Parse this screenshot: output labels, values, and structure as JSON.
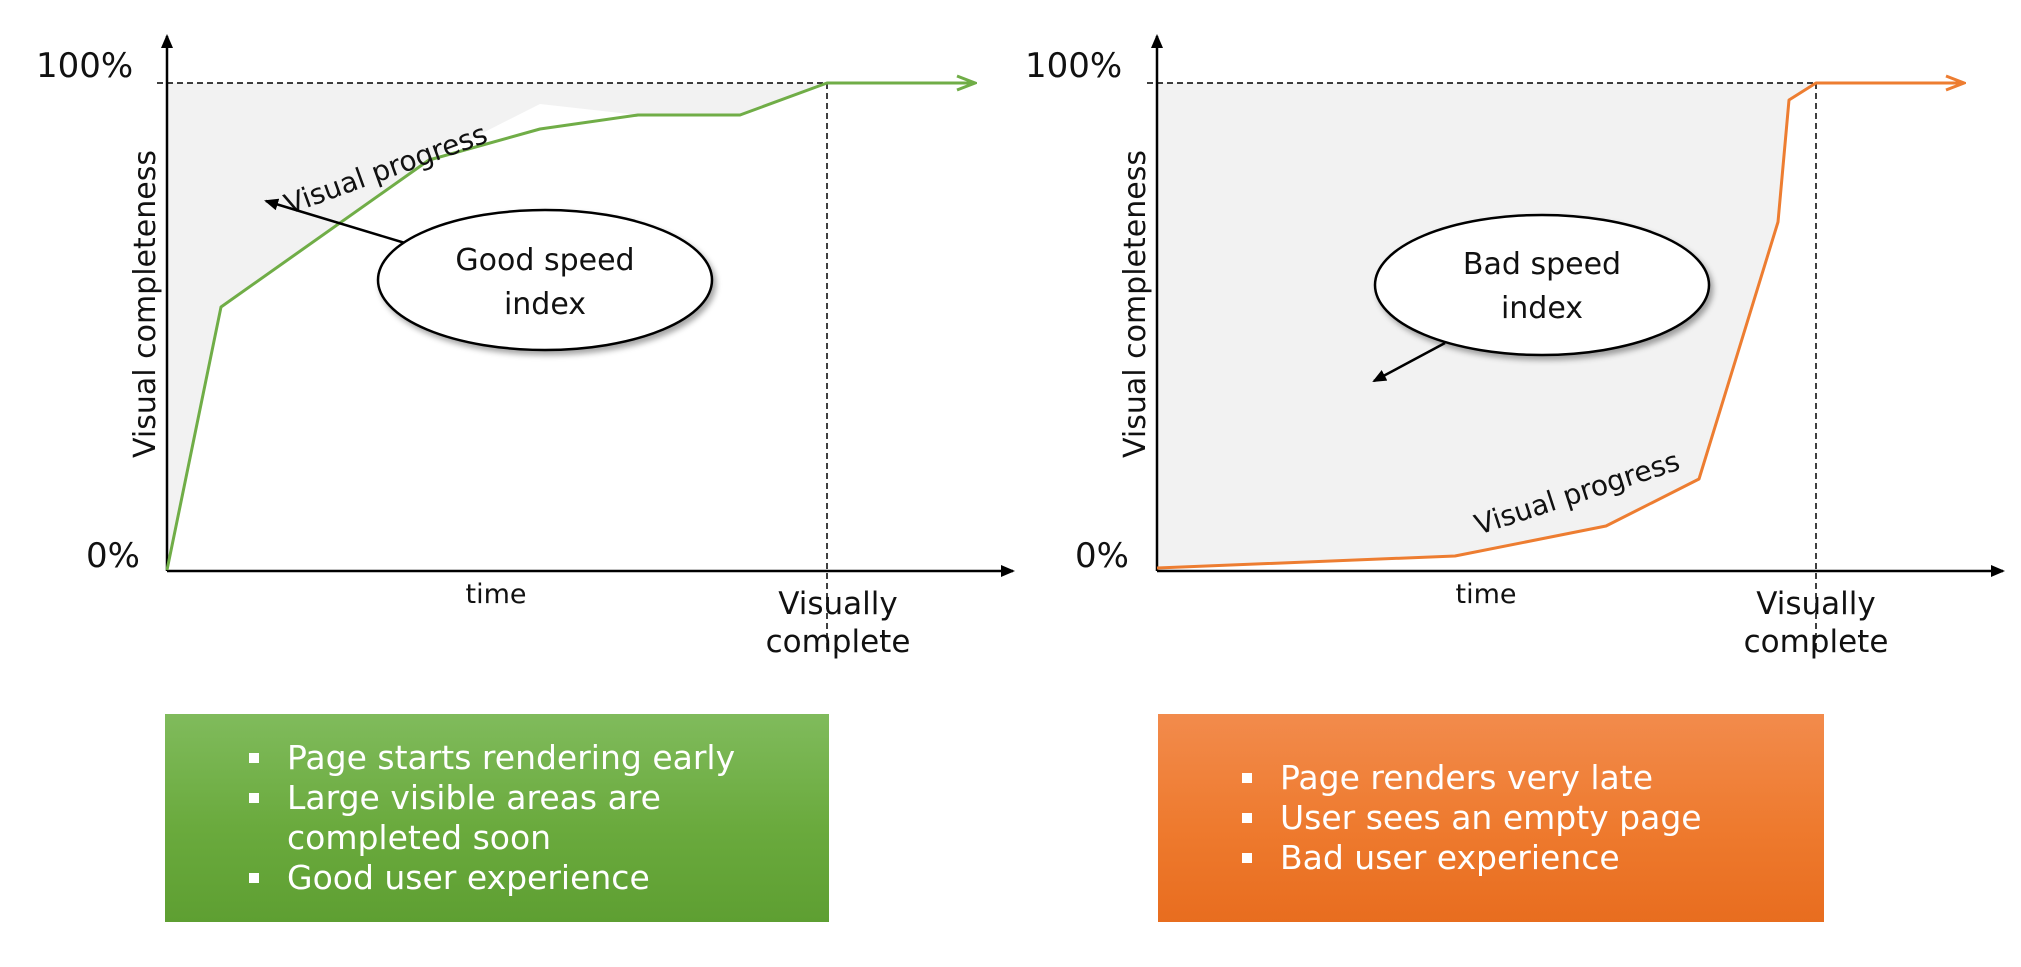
{
  "colors": {
    "good": "#70ad47",
    "bad": "#ed7d31",
    "area": "#f2f2f2",
    "axis": "#000000"
  },
  "panels": [
    {
      "id": "good",
      "y_top_label": "100%",
      "y_bottom_label": "0%",
      "y_axis_label": "Visual completeness",
      "x_axis_label": "time",
      "end_label_line1": "Visually",
      "end_label_line2": "complete",
      "curve_label": "Visual progress",
      "callout_line1": "Good speed",
      "callout_line2": "index",
      "bullets": [
        "Page starts rendering early",
        "Large visible areas are",
        "completed soon",
        "Good user experience"
      ]
    },
    {
      "id": "bad",
      "y_top_label": "100%",
      "y_bottom_label": "0%",
      "y_axis_label": "Visual completeness",
      "x_axis_label": "time",
      "end_label_line1": "Visually",
      "end_label_line2": "complete",
      "curve_label": "Visual progress",
      "callout_line1": "Bad speed",
      "callout_line2": "index",
      "bullets": [
        "Page renders very late",
        "User sees an empty page",
        "Bad user experience"
      ]
    }
  ]
}
